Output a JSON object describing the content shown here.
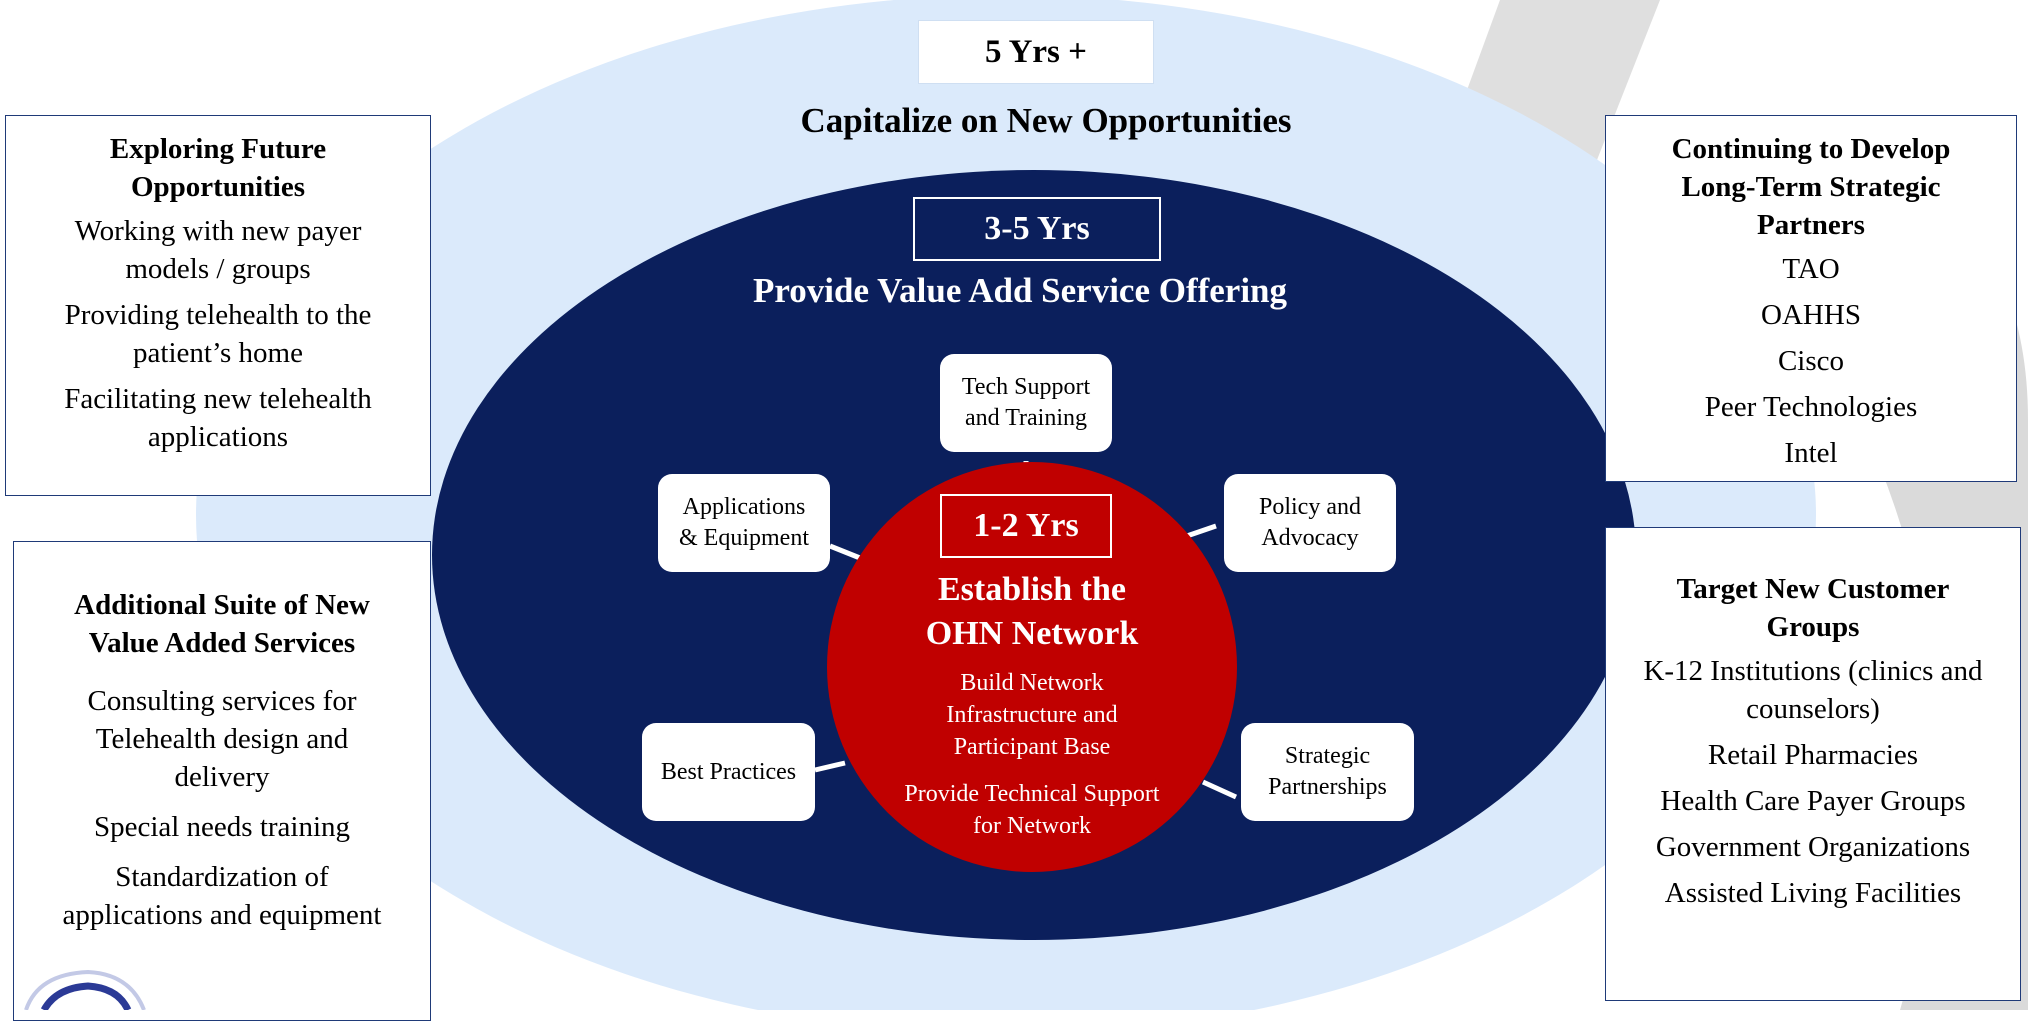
{
  "outer": {
    "year": "5 Yrs +",
    "heading": "Capitalize on New Opportunities"
  },
  "middle": {
    "year": "3-5 Yrs",
    "heading": "Provide Value Add Service Offering"
  },
  "inner": {
    "year": "1-2 Yrs",
    "heading_line1": "Establish the",
    "heading_line2": "OHN Network",
    "items": [
      [
        "Build  Network",
        "Infrastructure and",
        "Participant Base"
      ],
      [
        "Provide Technical Support",
        "for Network"
      ]
    ]
  },
  "spokes": {
    "tech_support": [
      "Tech Support",
      "and Training"
    ],
    "policy": [
      "Policy and",
      "Advocacy"
    ],
    "applications": [
      "Applications",
      "& Equipment"
    ],
    "best_practices": [
      "Best Practices"
    ],
    "strategic": [
      "Strategic",
      "Partnerships"
    ]
  },
  "boxes": {
    "exploring": {
      "title": [
        "Exploring Future",
        "Opportunities"
      ],
      "items": [
        [
          "Working with new payer",
          "models / groups"
        ],
        [
          "Providing telehealth to the",
          "patient’s home"
        ],
        [
          "Facilitating new telehealth",
          "applications"
        ]
      ]
    },
    "additional": {
      "title": [
        "Additional Suite of New",
        "Value Added Services"
      ],
      "items": [
        [
          "Consulting services for",
          "Telehealth design and",
          "delivery"
        ],
        [
          "Special needs training"
        ],
        [
          "Standardization of",
          "applications and equipment"
        ]
      ]
    },
    "partners": {
      "title": [
        "Continuing to Develop",
        "Long-Term Strategic",
        "Partners"
      ],
      "items": [
        "TAO",
        "OAHHS",
        "Cisco",
        "Peer Technologies",
        "Intel"
      ]
    },
    "target": {
      "title": [
        "Target New Customer",
        "Groups"
      ],
      "items": [
        [
          "K-12 Institutions (clinics and",
          "counselors)"
        ],
        [
          "Retail Pharmacies"
        ],
        [
          "Health Care Payer Groups"
        ],
        [
          "Government Organizations"
        ],
        [
          "Assisted Living Facilities"
        ]
      ]
    }
  },
  "colors": {
    "outer_ellipse": "#dbeafb",
    "middle_ellipse": "#0b1f5c",
    "inner_circle": "#c00000",
    "box_border": "#1f3a78",
    "watermark": "#d9d9d9"
  }
}
